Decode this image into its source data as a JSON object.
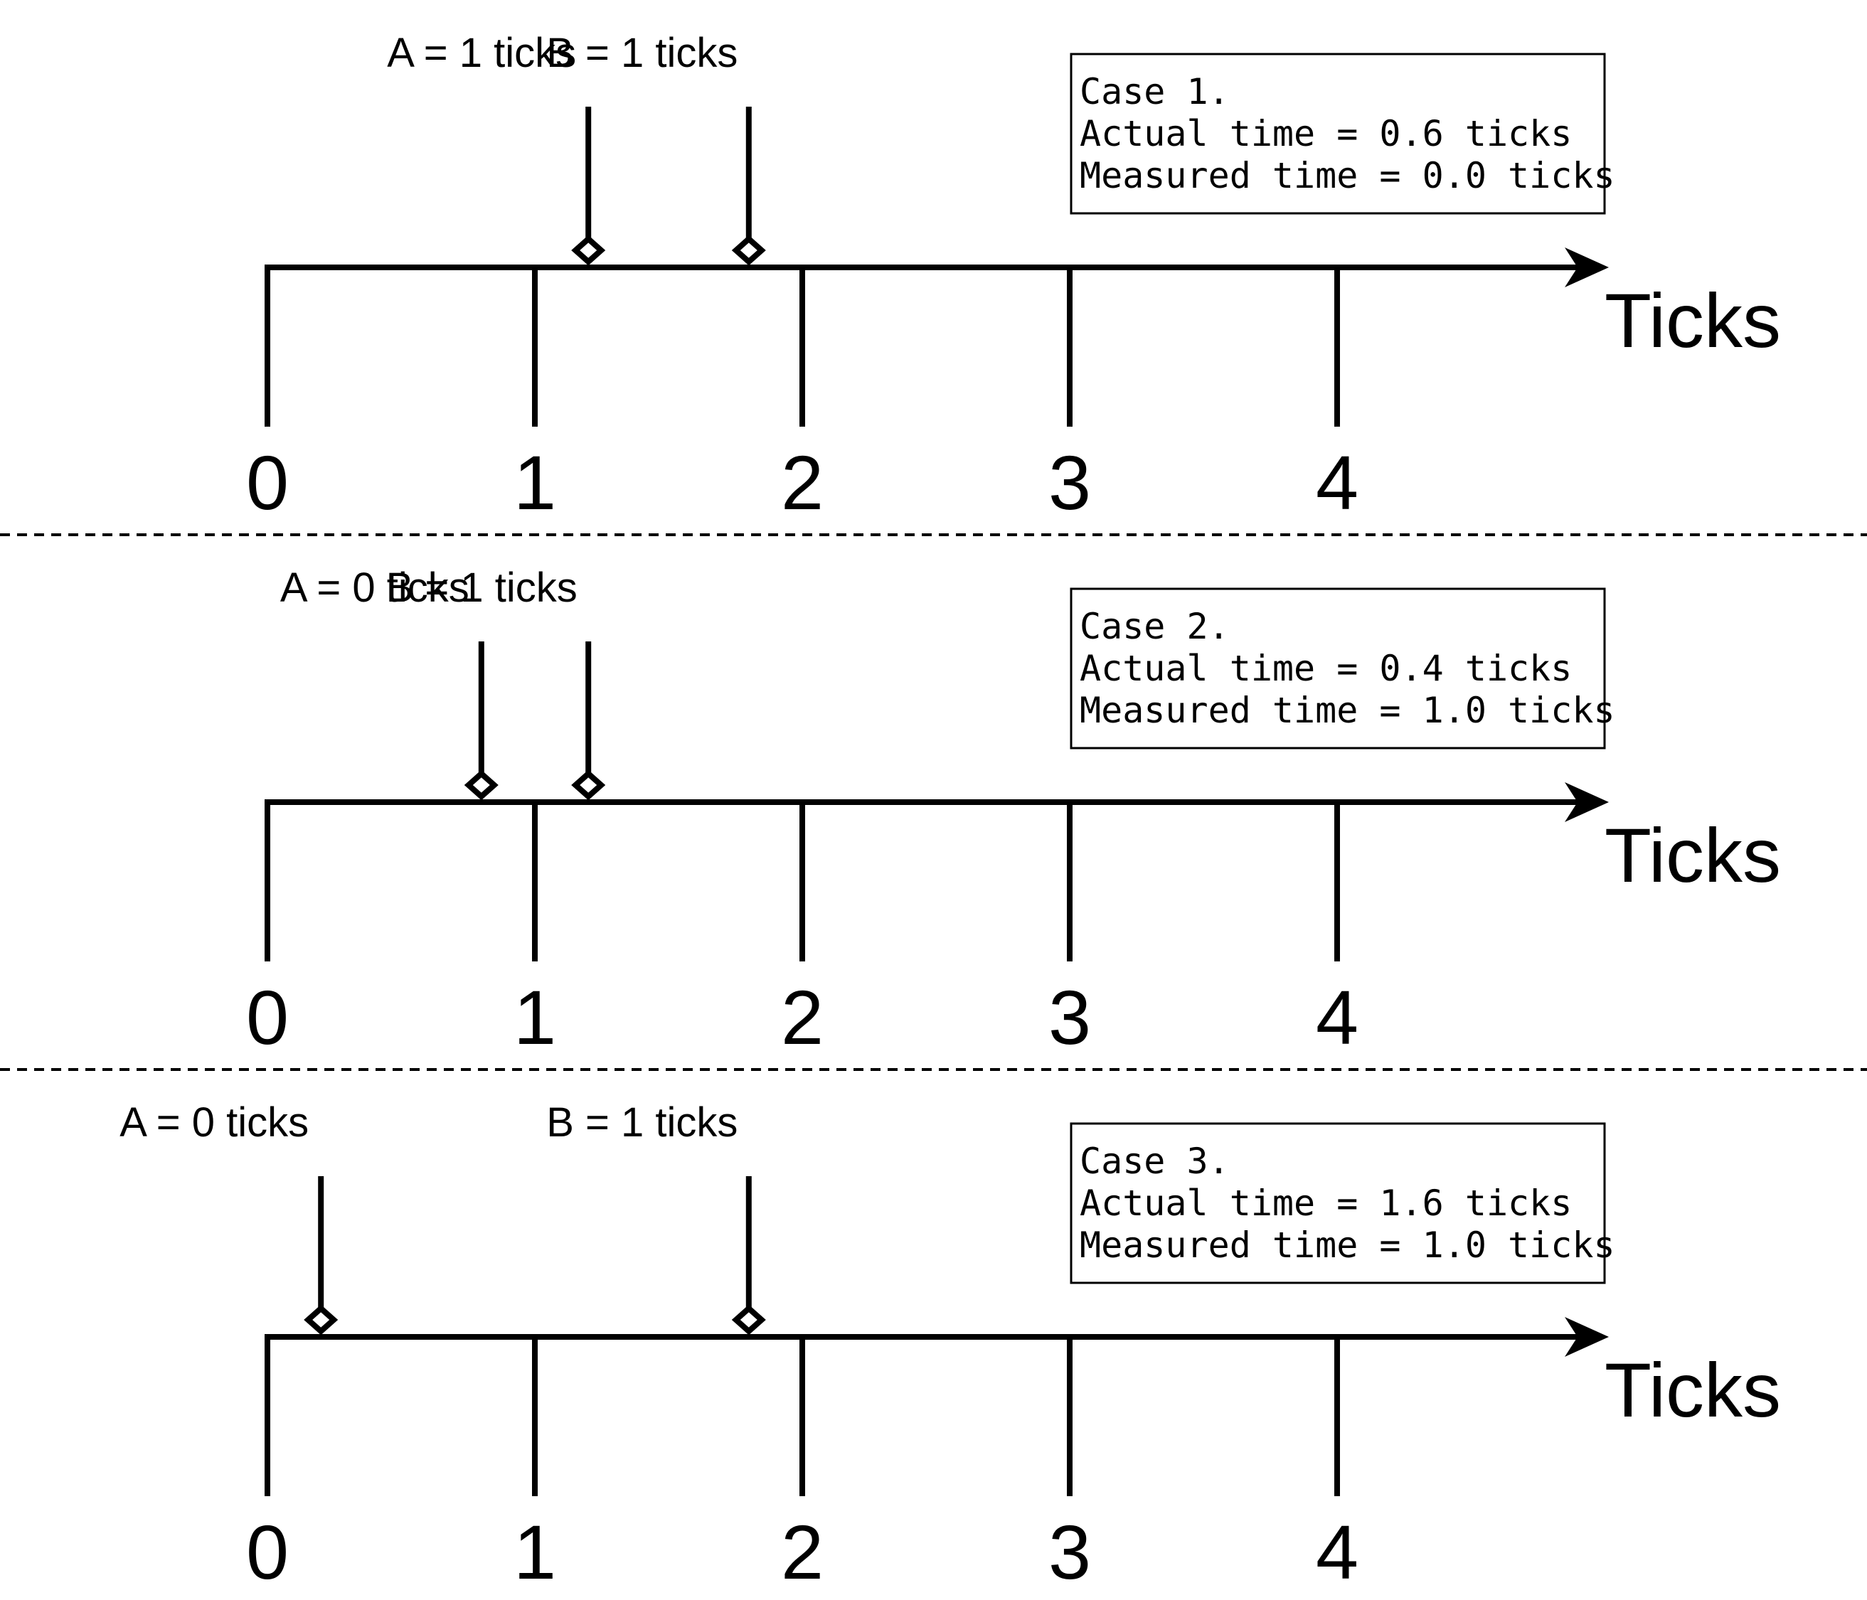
{
  "axis_label": "Ticks",
  "tick_labels": [
    "0",
    "1",
    "2",
    "3",
    "4"
  ],
  "panels": [
    {
      "id": "case-1",
      "markers": [
        {
          "name": "A",
          "label": "A = 1 ticks",
          "position": 1.2
        },
        {
          "name": "B",
          "label": "B = 1 ticks",
          "position": 1.8
        }
      ],
      "info": {
        "title": "Case 1.",
        "actual": "Actual time   = 0.6 ticks",
        "measured": "Measured time = 0.0 ticks"
      }
    },
    {
      "id": "case-2",
      "markers": [
        {
          "name": "A",
          "label": "A = 0 ticks",
          "position": 0.8
        },
        {
          "name": "B",
          "label": "B = 1 ticks",
          "position": 1.2
        }
      ],
      "info": {
        "title": "Case 2.",
        "actual": "Actual time   = 0.4 ticks",
        "measured": "Measured time = 1.0 ticks"
      }
    },
    {
      "id": "case-3",
      "markers": [
        {
          "name": "A",
          "label": "A = 0 ticks",
          "position": 0.2
        },
        {
          "name": "B",
          "label": "B = 1 ticks",
          "position": 1.8
        }
      ],
      "info": {
        "title": "Case 3.",
        "actual": "Actual time   = 1.6 ticks",
        "measured": "Measured time = 1.0 ticks"
      }
    }
  ],
  "colors": {
    "ink": "#000000",
    "background": "#ffffff"
  }
}
